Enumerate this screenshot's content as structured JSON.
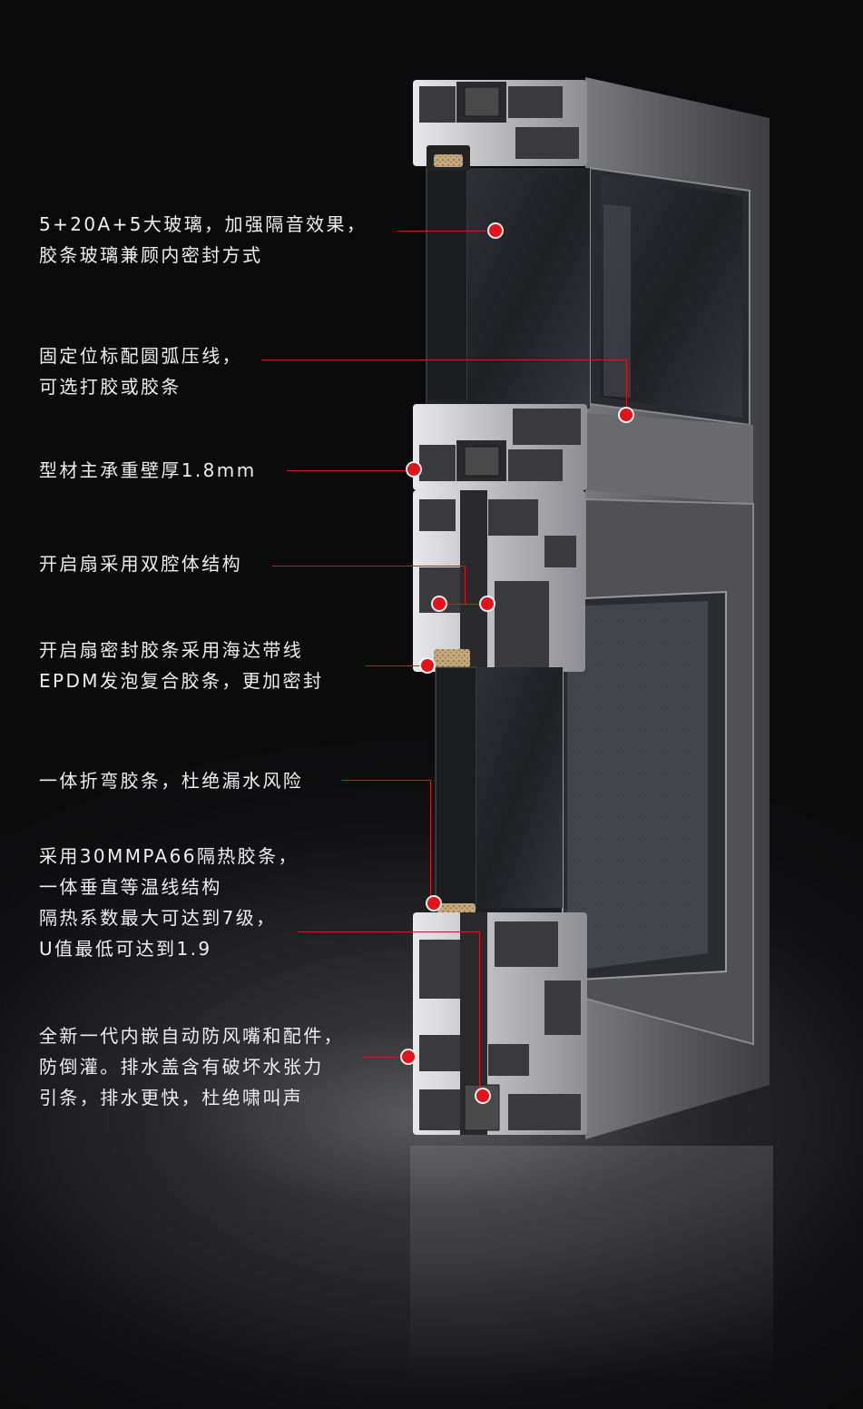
{
  "callouts": [
    {
      "text": "5+20A+5大玻璃，加强隔音效果，\n胶条玻璃兼顾内密封方式"
    },
    {
      "text": "固定位标配圆弧压线，\n可选打胶或胶条"
    },
    {
      "text": "型材主承重壁厚1.8mm"
    },
    {
      "text": "开启扇采用双腔体结构"
    },
    {
      "text": "开启扇密封胶条采用海达带线\nEPDM发泡复合胶条，更加密封"
    },
    {
      "text": "一体折弯胶条，杜绝漏水风险"
    },
    {
      "text": "采用30MMPA66隔热胶条，\n一体垂直等温线结构\n隔热系数最大可达到7级，\nU值最低可达到1.9"
    },
    {
      "text": "全新一代内嵌自动防风嘴和配件，\n防倒灌。排水盖含有破坏水张力\n引条，排水更快，杜绝啸叫声"
    }
  ],
  "colors": {
    "accent": "#e1141c",
    "background": "#0b0b0c",
    "frame": "#5a5a5d",
    "text": "#eeeeee"
  }
}
